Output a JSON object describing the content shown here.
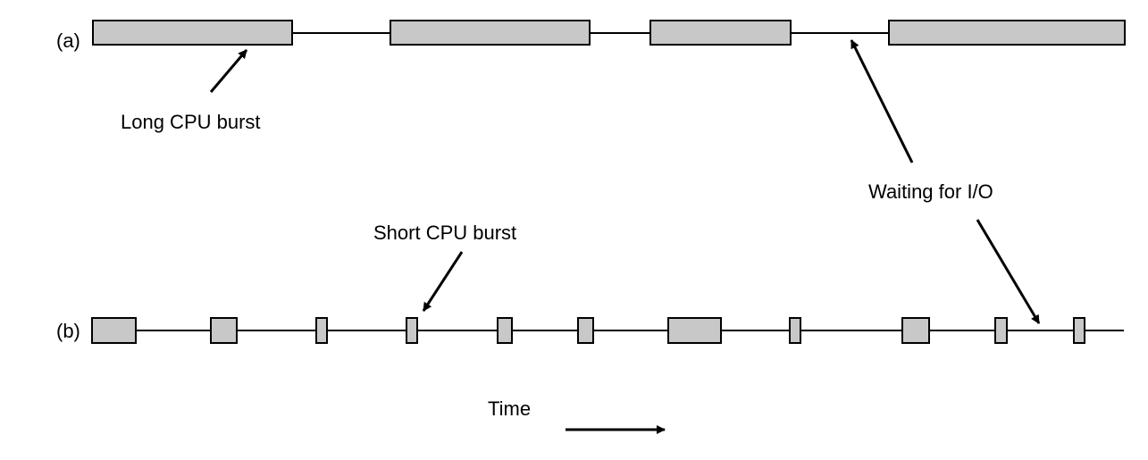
{
  "diagram": {
    "row_a_label": "(a)",
    "row_b_label": "(b)",
    "long_burst_label": "Long CPU burst",
    "short_burst_label": "Short CPU burst",
    "waiting_label": "Waiting for I/O",
    "time_label": "Time",
    "colors": {
      "burst_fill": "#c8c8c8",
      "stroke": "#000000"
    }
  }
}
